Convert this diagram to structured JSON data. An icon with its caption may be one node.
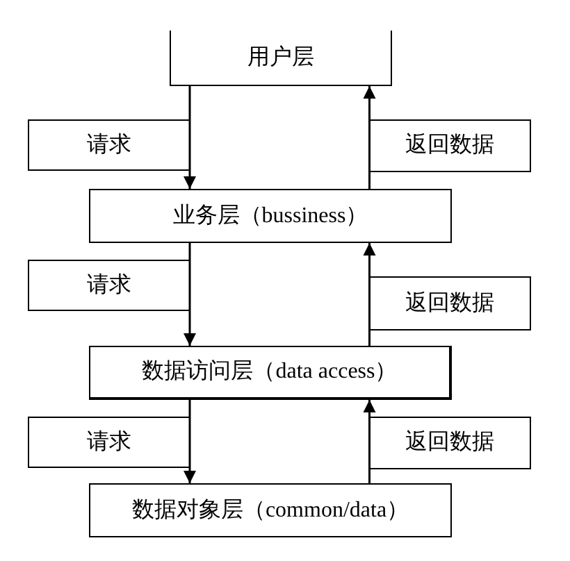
{
  "diagram": {
    "nodes": [
      {
        "text": [
          "用户层"
        ]
      },
      {
        "text": [
          "请求"
        ]
      },
      {
        "text": [
          "返回数据"
        ]
      },
      {
        "text": [
          "业务层（bussiness）"
        ]
      },
      {
        "text": [
          "请求"
        ]
      },
      {
        "text": [
          "返回数据"
        ]
      },
      {
        "text": [
          "数据访问层（data access）"
        ]
      },
      {
        "text": [
          "请求"
        ]
      },
      {
        "text": [
          "返回数据"
        ]
      },
      {
        "text": [
          "数据对象层（common/data）"
        ]
      }
    ],
    "edges": [
      {
        "from": 0,
        "to": 3,
        "arrow": "to"
      },
      {
        "from": 3,
        "to": 0,
        "arrow": "to"
      },
      {
        "from": 3,
        "to": 6,
        "arrow": "to"
      },
      {
        "from": 6,
        "to": 3,
        "arrow": "to"
      },
      {
        "from": 6,
        "to": 9,
        "arrow": "to"
      },
      {
        "from": 9,
        "to": 6,
        "arrow": "to"
      }
    ]
  }
}
